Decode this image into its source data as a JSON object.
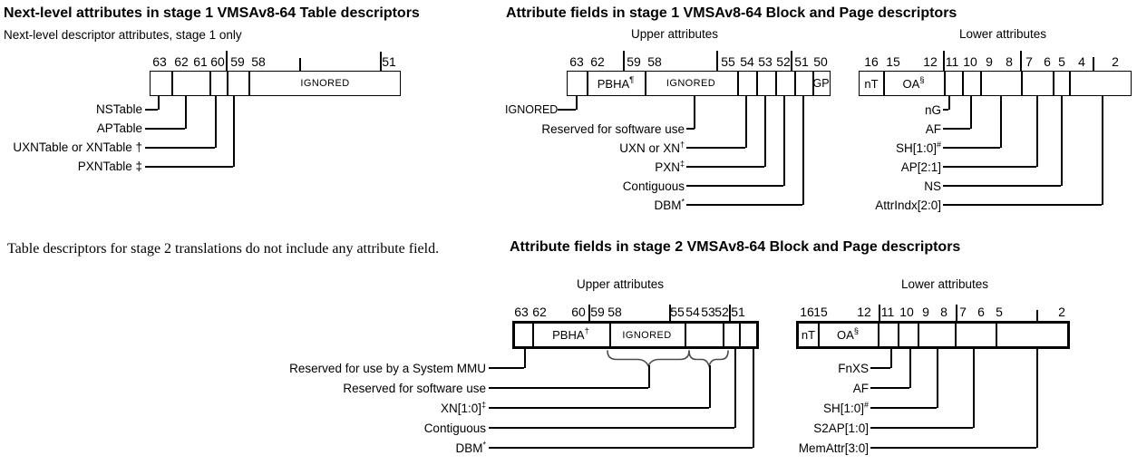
{
  "d1": {
    "title": "Next-level attributes in stage 1 VMSAv8-64 Table descriptors",
    "subtitle": "Next-level descriptor attributes, stage 1 only",
    "bits": {
      "b63": "63",
      "b62": "62",
      "b61": "61",
      "b60": "60",
      "b59": "59",
      "b58": "58",
      "b51": "51"
    },
    "field_ignored": "IGNORED",
    "callouts": {
      "nstable": "NSTable",
      "aptable": "APTable",
      "uxntable": "UXNTable or XNTable †",
      "pxntable": "PXNTable ‡"
    }
  },
  "d2": {
    "title": "Attribute fields in stage 1 VMSAv8-64 Block and Page descriptors",
    "upper": {
      "heading": "Upper attributes",
      "bits": {
        "b63": "63",
        "b62": "62",
        "b59": "59",
        "b58": "58",
        "b55": "55",
        "b54": "54",
        "b53": "53",
        "b52": "52",
        "b51": "51",
        "b50": "50"
      },
      "fields": {
        "pbha": "PBHA",
        "pbha_sup": "¶",
        "ignored": "IGNORED",
        "gp": "GP"
      },
      "callouts": {
        "ignored": "IGNORED",
        "reserved_sw": "Reserved for software use",
        "uxn": "UXN or XN",
        "uxn_sup": "†",
        "pxn": "PXN",
        "pxn_sup": "‡",
        "contiguous": "Contiguous",
        "dbm": "DBM",
        "dbm_sup": "*"
      }
    },
    "lower": {
      "heading": "Lower attributes",
      "bits": {
        "b16": "16",
        "b15": "15",
        "b12": "12",
        "b11": "11",
        "b10": "10",
        "b9": "9",
        "b8": "8",
        "b7": "7",
        "b6": "6",
        "b5": "5",
        "b4": "4",
        "b2": "2"
      },
      "fields": {
        "nt": "nT",
        "oa": "OA",
        "oa_sup": "§"
      },
      "callouts": {
        "ng": "nG",
        "af": "AF",
        "sh": "SH[1:0]",
        "sh_sup": "#",
        "ap": "AP[2:1]",
        "ns": "NS",
        "attrindx": "AttrIndx[2:0]"
      }
    }
  },
  "note": "Table descriptors for stage 2 translations do not include any attribute field.",
  "d3": {
    "title": "Attribute fields in stage 2 VMSAv8-64 Block and Page descriptors",
    "upper": {
      "heading": "Upper attributes",
      "bits": {
        "b63": "63",
        "b62": "62",
        "b60": "60",
        "b59": "59",
        "b58": "58",
        "b55": "55",
        "b54": "54",
        "b53": "53",
        "b52": "52",
        "b51": "51"
      },
      "fields": {
        "pbha": "PBHA",
        "pbha_sup": "†",
        "ignored": "IGNORED"
      },
      "callouts": {
        "sysmmu": "Reserved for use by a System MMU",
        "reserved_sw": "Reserved for software use",
        "xn": "XN[1:0]",
        "xn_sup": "‡",
        "contiguous": "Contiguous",
        "dbm": "DBM",
        "dbm_sup": "*"
      }
    },
    "lower": {
      "heading": "Lower attributes",
      "bits": {
        "b16": "16",
        "b15": "15",
        "b12": "12",
        "b11": "11",
        "b10": "10",
        "b9": "9",
        "b8": "8",
        "b7": "7",
        "b6": "6",
        "b5": "5",
        "b2": "2"
      },
      "fields": {
        "nt": "nT",
        "oa": "OA",
        "oa_sup": "§"
      },
      "callouts": {
        "fnxs": "FnXS",
        "af": "AF",
        "sh": "SH[1:0]",
        "sh_sup": "#",
        "s2ap": "S2AP[1:0]",
        "memattr": "MemAttr[3:0]"
      }
    }
  }
}
